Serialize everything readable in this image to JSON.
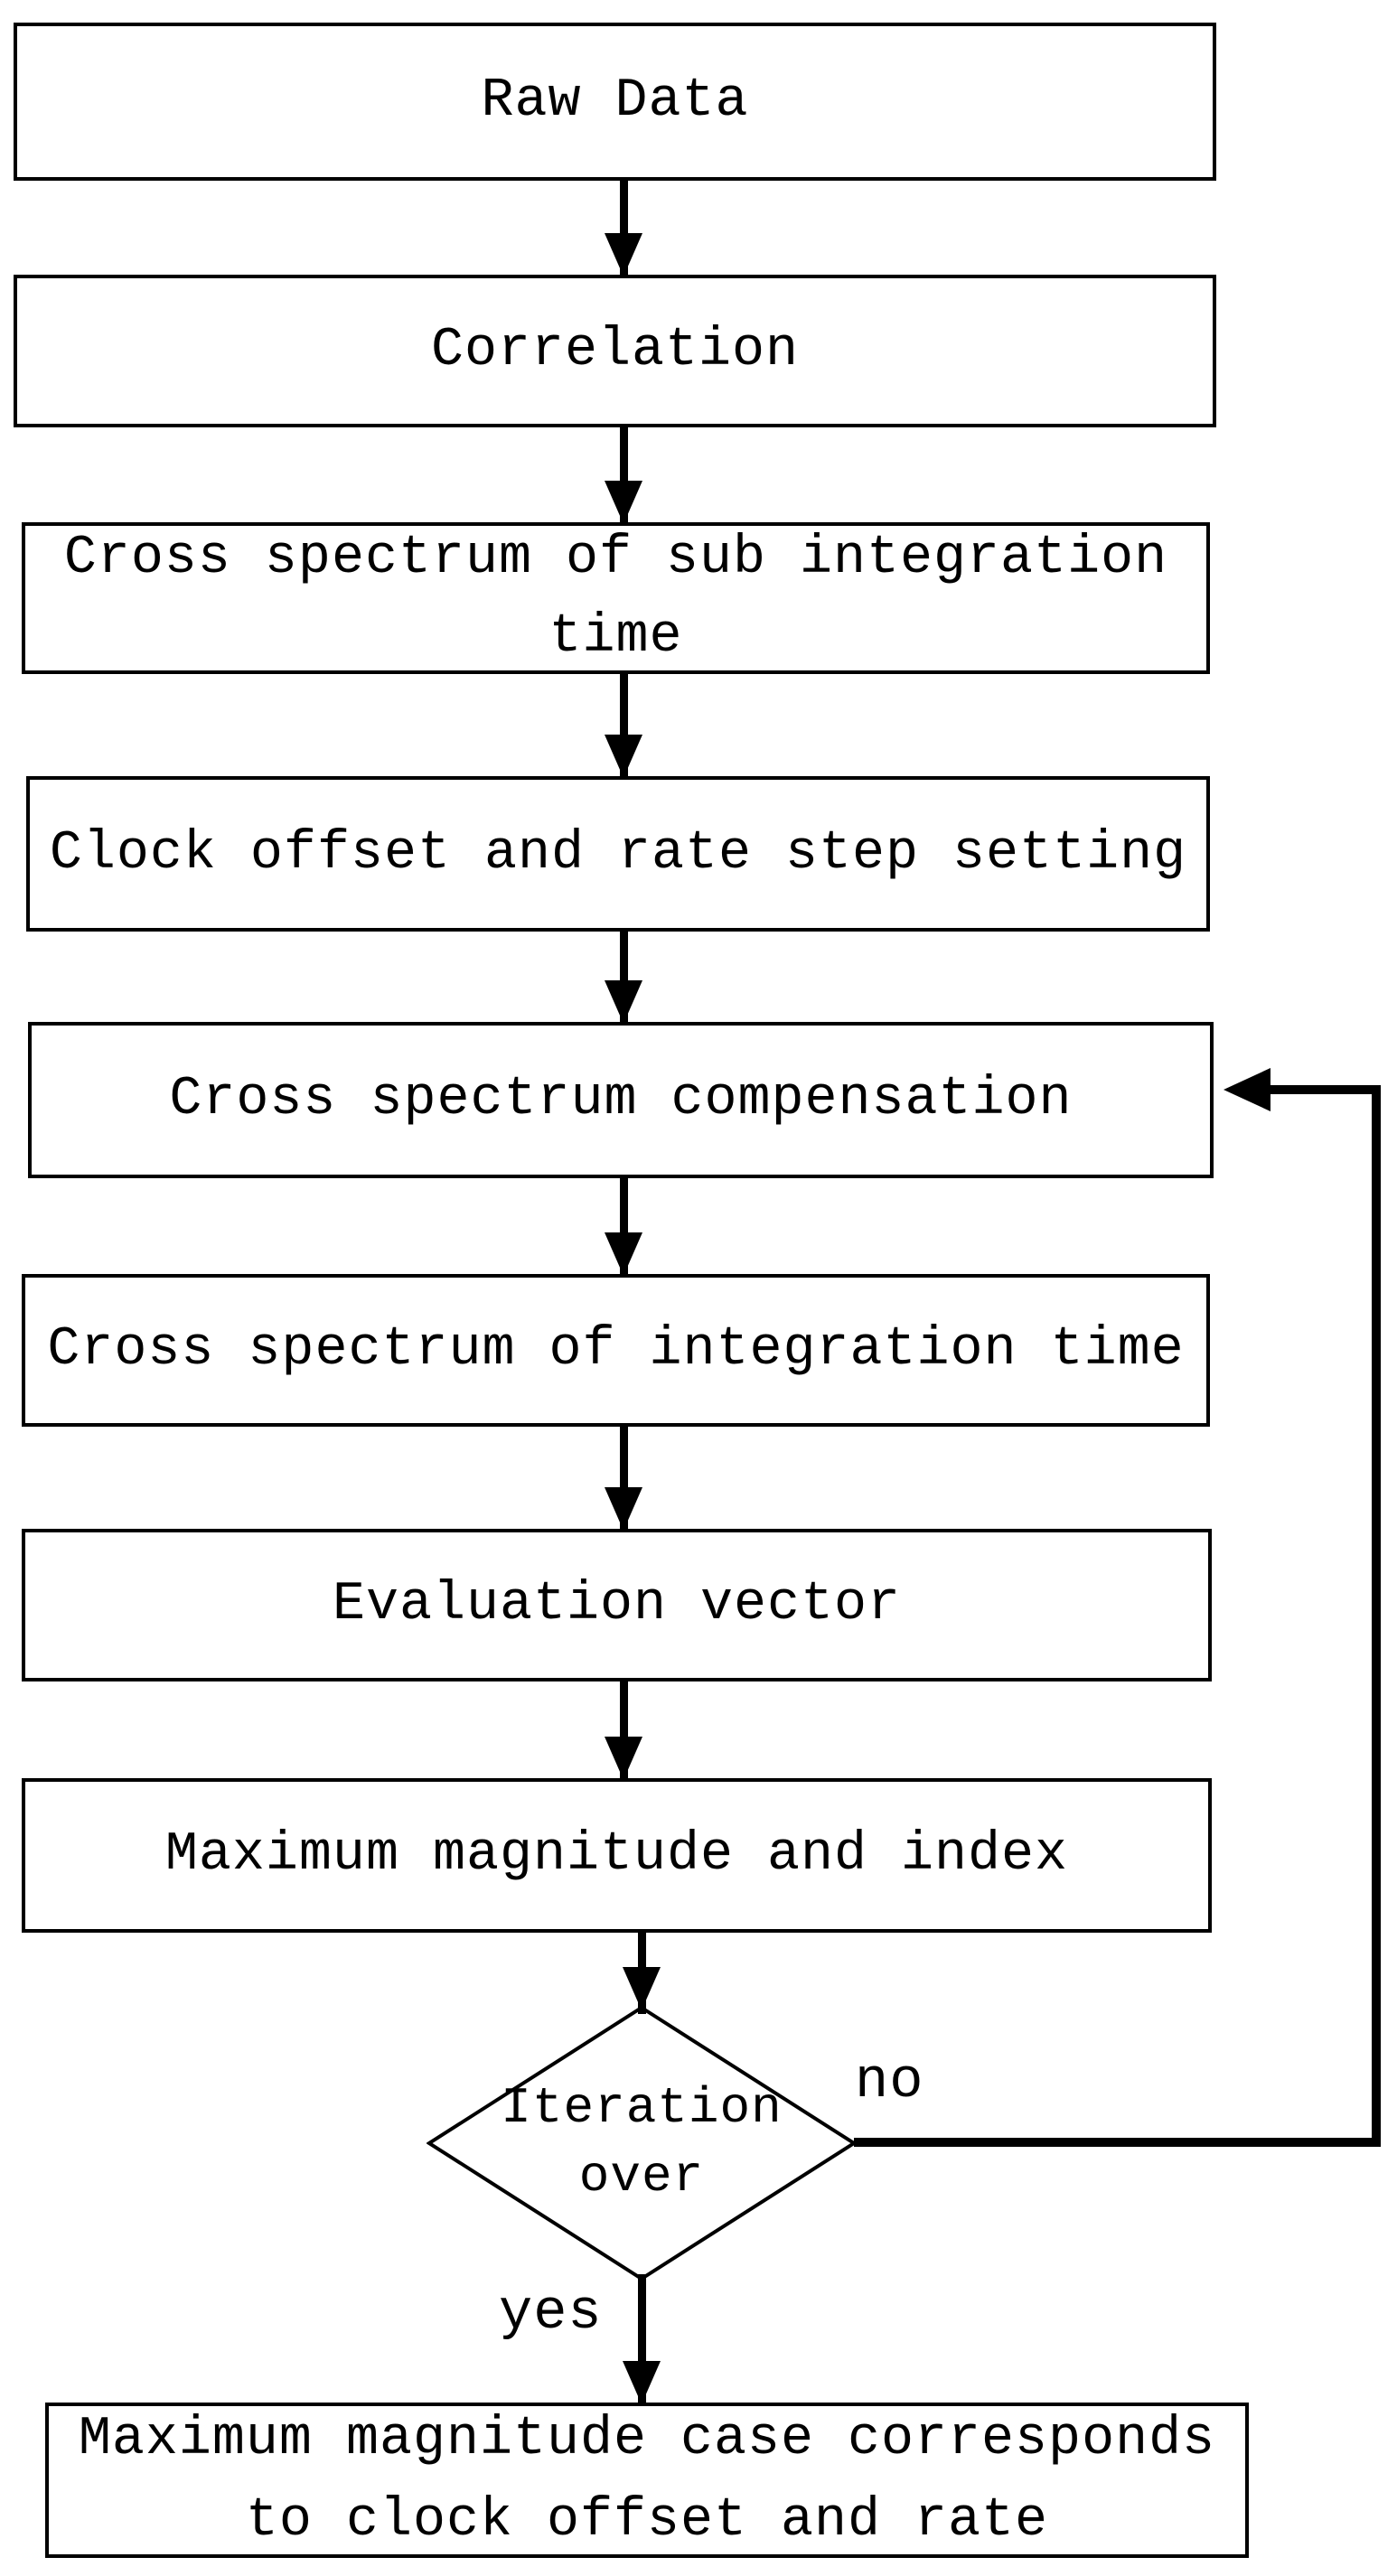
{
  "figure": {
    "background_color": "#ffffff",
    "line_color": "#000000",
    "type": "flowchart"
  },
  "nodes": [
    {
      "id": "raw-data",
      "type": "process",
      "label": "Raw Data"
    },
    {
      "id": "correlation",
      "type": "process",
      "label": "Correlation"
    },
    {
      "id": "cross-spectrum-sub-integration",
      "type": "process",
      "label": "Cross spectrum of sub integration\ntime"
    },
    {
      "id": "clock-offset-rate-step",
      "type": "process",
      "label": "Clock offset and rate step setting"
    },
    {
      "id": "cross-spectrum-compensation",
      "type": "process",
      "label": "Cross spectrum compensation"
    },
    {
      "id": "cross-spectrum-integration",
      "type": "process",
      "label": "Cross spectrum of integration time"
    },
    {
      "id": "evaluation-vector",
      "type": "process",
      "label": "Evaluation vector"
    },
    {
      "id": "maximum-magnitude-index",
      "type": "process",
      "label": "Maximum magnitude and index"
    },
    {
      "id": "iteration-over",
      "type": "decision",
      "label": "Iteration\nover"
    },
    {
      "id": "maximum-magnitude-case",
      "type": "process",
      "label": "Maximum magnitude case corresponds\nto clock offset and rate"
    }
  ],
  "edges": [
    {
      "from": "raw-data",
      "to": "correlation"
    },
    {
      "from": "correlation",
      "to": "cross-spectrum-sub-integration"
    },
    {
      "from": "cross-spectrum-sub-integration",
      "to": "clock-offset-rate-step"
    },
    {
      "from": "clock-offset-rate-step",
      "to": "cross-spectrum-compensation"
    },
    {
      "from": "cross-spectrum-compensation",
      "to": "cross-spectrum-integration"
    },
    {
      "from": "cross-spectrum-integration",
      "to": "evaluation-vector"
    },
    {
      "from": "evaluation-vector",
      "to": "maximum-magnitude-index"
    },
    {
      "from": "maximum-magnitude-index",
      "to": "iteration-over"
    },
    {
      "from": "iteration-over",
      "to": "maximum-magnitude-case",
      "label": "yes"
    },
    {
      "from": "iteration-over",
      "to": "cross-spectrum-compensation",
      "label": "no"
    }
  ],
  "edge_labels": {
    "no": "no",
    "yes": "yes"
  }
}
